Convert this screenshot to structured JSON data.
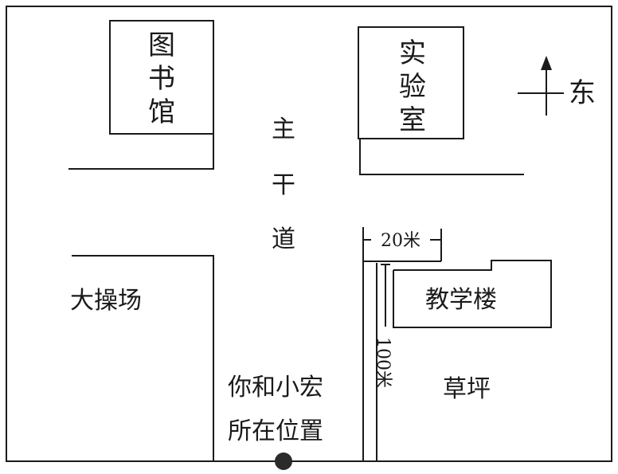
{
  "buildings": {
    "library": {
      "chars": [
        "图",
        "书",
        "馆"
      ]
    },
    "laboratory": {
      "chars": [
        "实",
        "验",
        "室"
      ]
    },
    "teaching_building": {
      "label": "教学楼"
    }
  },
  "main_road": {
    "chars": [
      "主",
      "干",
      "道"
    ]
  },
  "playground": {
    "label": "大操场"
  },
  "lawn": {
    "label": "草坪"
  },
  "compass": {
    "label": "东"
  },
  "measurements": {
    "width_label": "20米",
    "length_label": "100米"
  },
  "position": {
    "line1": "你和小宏",
    "line2": "所在位置"
  },
  "colors": {
    "ink": "#1a1a1a",
    "marker": "#2b2b2b"
  }
}
